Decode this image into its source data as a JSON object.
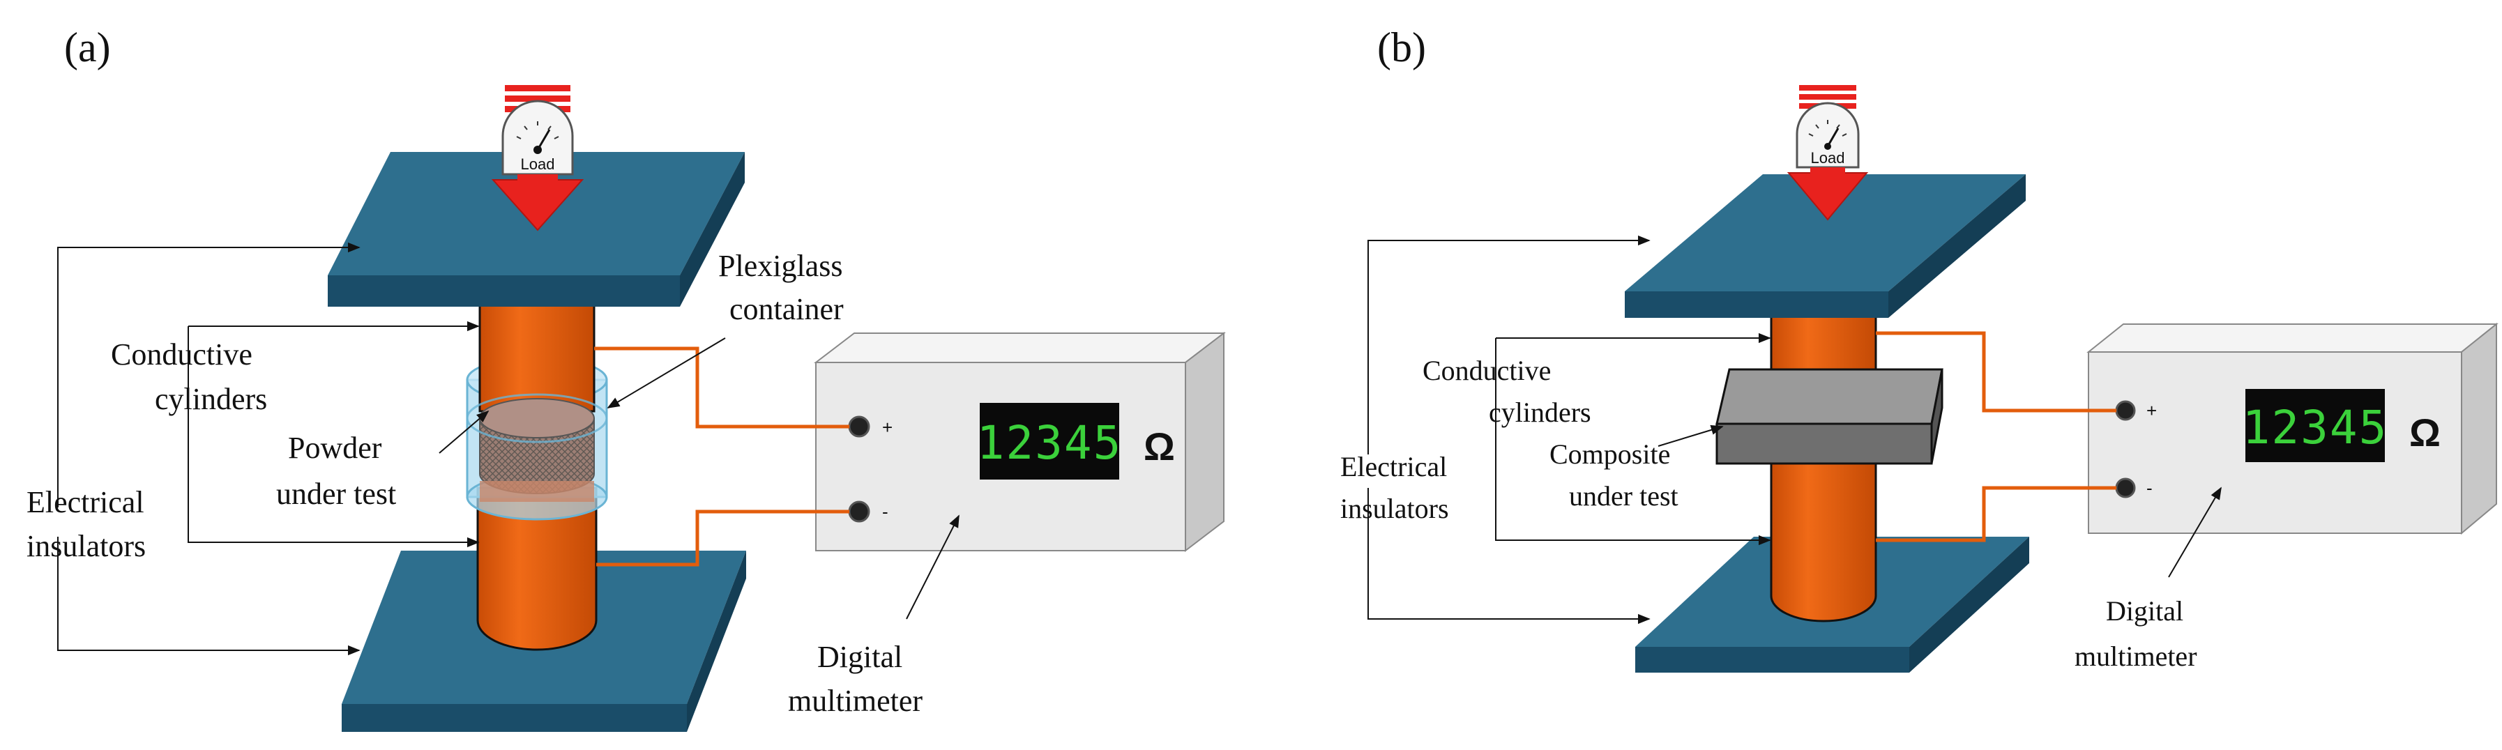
{
  "panels": [
    {
      "label": "(a)",
      "gauge_label": "Load",
      "labels": {
        "electrical_insulators_1": "Electrical",
        "electrical_insulators_2": "insulators",
        "conductive_cylinders_1": "Conductive",
        "conductive_cylinders_2": "cylinders",
        "sample_1": "Powder",
        "sample_2": "under test",
        "container_1": "Plexiglass",
        "container_2": "container",
        "multimeter_1": "Digital",
        "multimeter_2": "multimeter"
      },
      "display": "12345",
      "unit": "Ω",
      "plus": "+",
      "minus": "-"
    },
    {
      "label": "(b)",
      "gauge_label": "Load",
      "labels": {
        "electrical_insulators_1": "Electrical",
        "electrical_insulators_2": "insulators",
        "conductive_cylinders_1": "Conductive",
        "conductive_cylinders_2": "cylinders",
        "sample_1": "Composite",
        "sample_2": "under test",
        "multimeter_1": "Digital",
        "multimeter_2": "multimeter"
      },
      "display": "12345",
      "unit": "Ω",
      "plus": "+",
      "minus": "-"
    }
  ],
  "colors": {
    "plate": "#2e6f8e",
    "plate_side": "#1a4d69",
    "cylinder": "#e35d0c",
    "wire": "#e35d0c",
    "arrow": "#e8221e",
    "meter_body": "#eaeaea",
    "display_bg": "#0a0a0a",
    "display_digits": "#3bd13b",
    "composite": "#8a8a8a"
  }
}
